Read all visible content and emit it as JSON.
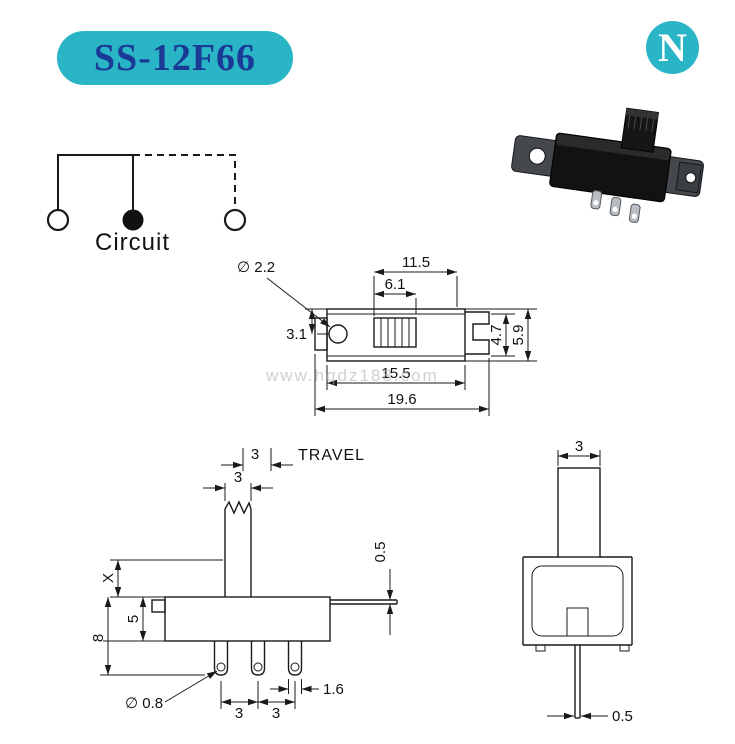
{
  "header": {
    "model": "SS-12F66",
    "logo_letter": "N"
  },
  "colors": {
    "accent_teal": "#29b5c6",
    "model_text_blue": "#1b3a96",
    "line": "#1a1a1a",
    "watermark_gray": "#aaaaaa"
  },
  "circuit": {
    "label": "Circuit"
  },
  "watermark": {
    "text": "www.hqdz188.com"
  },
  "top_view": {
    "dims": {
      "hole_dia": "∅ 2.2",
      "slot_len": "11.5",
      "knob_len": "6.1",
      "hole_offset": "3.1",
      "inner_h": "4.7",
      "body_h": "5.9",
      "body_len": "15.5",
      "total_len": "19.6"
    }
  },
  "front_view": {
    "travel_value": "3",
    "travel_label": "TRAVEL",
    "dims": {
      "knob_w": "3",
      "shaft_h": "X",
      "body_h": "5",
      "total_h": "8",
      "tab_t": "0.5",
      "pin_hole_dia": "∅ 0.8",
      "pin_pitch_1": "3",
      "pin_pitch_2": "3",
      "pin_w": "1.6"
    }
  },
  "side_view": {
    "dims": {
      "knob_w": "3",
      "pin_t": "0.5"
    }
  }
}
